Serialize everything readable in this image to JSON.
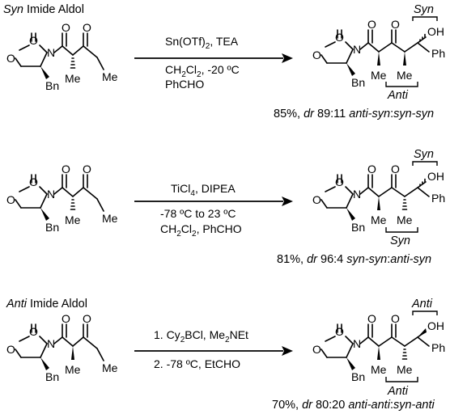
{
  "atoms": {
    "o_ring": "O",
    "n_ring": "N",
    "o_carbonyl": "O",
    "bn": "Bn",
    "me": "Me",
    "oh": "OH",
    "ph": "Ph"
  },
  "sections": [
    {
      "title_italic": "Syn",
      "title_rest": " Imide Aldol",
      "conditions": [
        [
          {
            "t": "Sn(OTf)"
          },
          {
            "t": "2",
            "sub": true
          },
          {
            "t": ", TEA"
          }
        ],
        [
          {
            "t": "CH"
          },
          {
            "t": "2",
            "sub": true
          },
          {
            "t": "Cl"
          },
          {
            "t": "2",
            "sub": true
          },
          {
            "t": ", -20 ºC"
          }
        ],
        [
          {
            "t": "PhCHO"
          }
        ]
      ],
      "top_bracket": "Syn",
      "bottom_bracket": "Anti",
      "result": [
        {
          "t": "85%, "
        },
        {
          "t": "dr",
          "i": true
        },
        {
          "t": " 89:11 "
        },
        {
          "t": "anti-syn",
          "i": true
        },
        {
          "t": ":"
        },
        {
          "t": "syn-syn",
          "i": true
        }
      ]
    },
    {
      "title_italic": "",
      "title_rest": "",
      "conditions": [
        [
          {
            "t": "TiCl"
          },
          {
            "t": "4",
            "sub": true
          },
          {
            "t": ", DIPEA"
          }
        ],
        [
          {
            "t": "-78 ºC to 23 ºC"
          }
        ],
        [
          {
            "t": "CH"
          },
          {
            "t": "2",
            "sub": true
          },
          {
            "t": "Cl"
          },
          {
            "t": "2",
            "sub": true
          },
          {
            "t": ", PhCHO"
          }
        ]
      ],
      "top_bracket": "Syn",
      "bottom_bracket": "Syn",
      "result": [
        {
          "t": "81%, "
        },
        {
          "t": "dr",
          "i": true
        },
        {
          "t": " 96:4 "
        },
        {
          "t": "syn-syn",
          "i": true
        },
        {
          "t": ":"
        },
        {
          "t": "anti-syn",
          "i": true
        }
      ]
    },
    {
      "title_italic": "Anti",
      "title_rest": " Imide Aldol",
      "conditions": [
        [
          {
            "t": "1. Cy"
          },
          {
            "t": "2",
            "sub": true
          },
          {
            "t": "BCl, Me"
          },
          {
            "t": "2",
            "sub": true
          },
          {
            "t": "NEt"
          }
        ],
        [
          {
            "t": "2. -78 ºC, EtCHO"
          }
        ]
      ],
      "top_bracket": "Anti",
      "bottom_bracket": "Anti",
      "result": [
        {
          "t": "70%, "
        },
        {
          "t": "dr",
          "i": true
        },
        {
          "t": " 80:20 "
        },
        {
          "t": "anti-anti",
          "i": true
        },
        {
          "t": ":"
        },
        {
          "t": "syn-anti",
          "i": true
        }
      ]
    }
  ]
}
